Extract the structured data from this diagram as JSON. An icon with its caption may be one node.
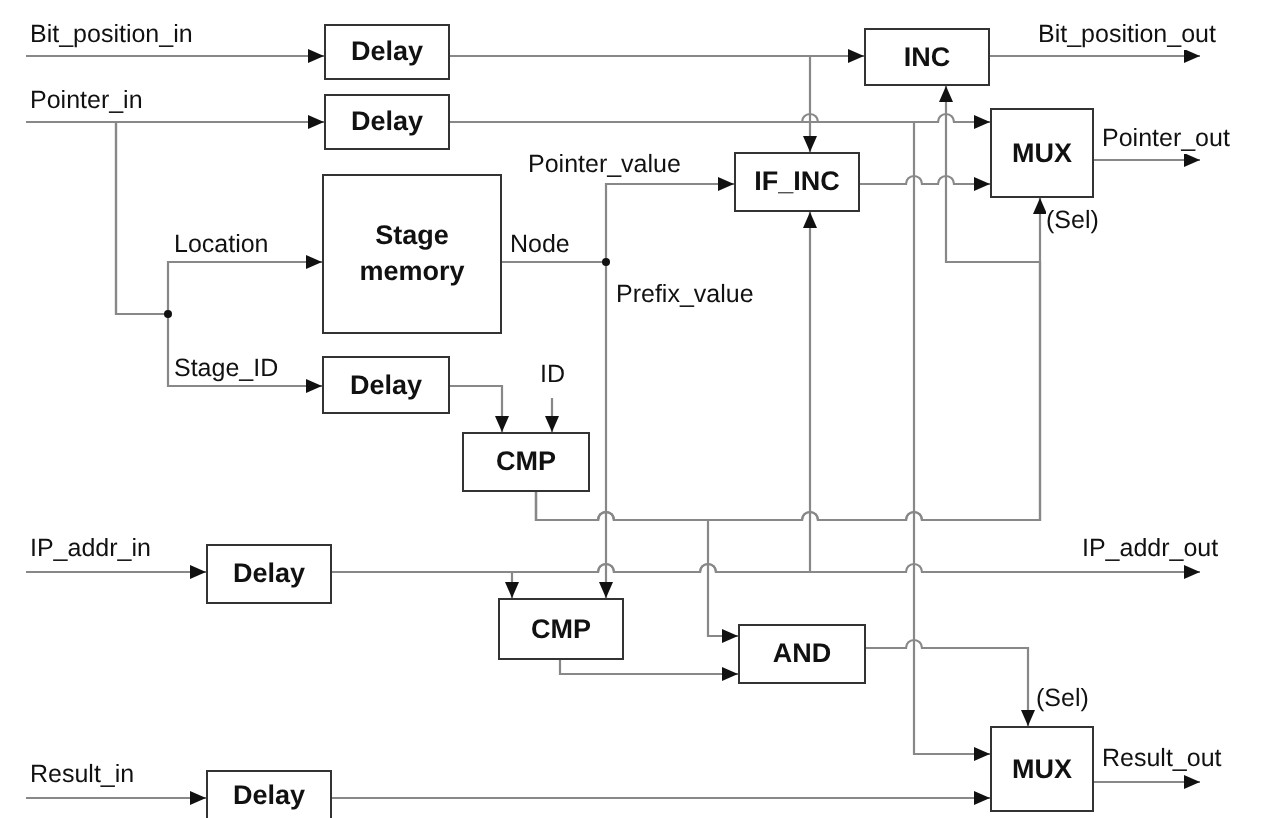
{
  "diagram": {
    "nodes": [
      {
        "text": [
          "Delay"
        ]
      },
      {
        "text": [
          "INC"
        ]
      },
      {
        "text": [
          "Delay"
        ]
      },
      {
        "text": [
          "IF_INC"
        ]
      },
      {
        "text": [
          "MUX"
        ]
      },
      {
        "text": [
          "Stage memory"
        ]
      },
      {
        "text": [
          "Delay"
        ]
      },
      {
        "text": [
          "CMP"
        ]
      },
      {
        "text": [
          "Delay"
        ]
      },
      {
        "text": [
          "CMP"
        ]
      },
      {
        "text": [
          "AND"
        ]
      },
      {
        "text": [
          "MUX"
        ]
      },
      {
        "text": [
          "Delay"
        ]
      }
    ],
    "edges": [
      {
        "from": null,
        "to": 0,
        "arrow": "to",
        "label": "Bit_position_in"
      },
      {
        "from": 0,
        "to": 1,
        "arrow": "to"
      },
      {
        "from": 0,
        "to": 3,
        "arrow": "to"
      },
      {
        "from": 1,
        "to": null,
        "arrow": "to",
        "label": "Bit_position_out"
      },
      {
        "from": null,
        "to": 2,
        "arrow": "to",
        "label": "Pointer_in"
      },
      {
        "from": null,
        "to": 5,
        "arrow": "to",
        "label": "Location"
      },
      {
        "from": null,
        "to": 6,
        "arrow": "to",
        "label": "Stage_ID"
      },
      {
        "from": 2,
        "to": 4,
        "arrow": "to"
      },
      {
        "from": 2,
        "to": 11,
        "arrow": "to"
      },
      {
        "from": 5,
        "to": 3,
        "arrow": "to",
        "label": "Pointer_value"
      },
      {
        "from": 5,
        "to": 9,
        "arrow": "to",
        "label": "Prefix_value"
      },
      {
        "from": 8,
        "to": 3,
        "arrow": "to"
      },
      {
        "from": 3,
        "to": 4,
        "arrow": "to"
      },
      {
        "from": 4,
        "to": null,
        "arrow": "to",
        "label": "Pointer_out"
      },
      {
        "from": 6,
        "to": 7,
        "arrow": "to"
      },
      {
        "from": null,
        "to": 7,
        "arrow": "to",
        "label": "ID"
      },
      {
        "from": 7,
        "to": 1,
        "arrow": "to"
      },
      {
        "from": 7,
        "to": 4,
        "arrow": "to",
        "label": "(Sel)"
      },
      {
        "from": 7,
        "to": 10,
        "arrow": "to"
      },
      {
        "from": 8,
        "to": null,
        "arrow": "to",
        "label": "IP_addr_out"
      },
      {
        "from": 8,
        "to": 9,
        "arrow": "to"
      },
      {
        "from": null,
        "to": 8,
        "arrow": "to",
        "label": "IP_addr_in"
      },
      {
        "from": 9,
        "to": 10,
        "arrow": "to"
      },
      {
        "from": 10,
        "to": 11,
        "arrow": "to",
        "label": "(Sel)"
      },
      {
        "from": null,
        "to": 12,
        "arrow": "to",
        "label": "Result_in"
      },
      {
        "from": 12,
        "to": 11,
        "arrow": "to"
      },
      {
        "from": 11,
        "to": null,
        "arrow": "to",
        "label": "Result_out"
      }
    ],
    "labels": [
      "Node"
    ]
  }
}
